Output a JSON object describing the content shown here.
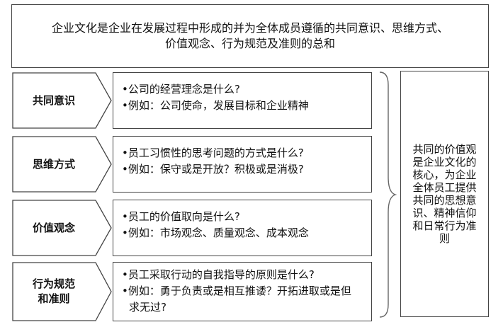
{
  "title": {
    "line1": "企业文化是企业在发展过程中形成的并为全体成员遵循的共同意识、思维方式、",
    "line2": "价值观念、行为规范及准则的总和"
  },
  "rows": [
    {
      "label": "共同意识",
      "bullets": [
        "•公司的经营理念是什么?",
        "•例如：公司使命，发展目标和企业精神"
      ]
    },
    {
      "label": "思维方式",
      "bullets": [
        "•员工习惯性的思考问题的方式是什么?",
        "•例如：保守或是开放？积极或是消极?"
      ]
    },
    {
      "label": "价值观念",
      "bullets": [
        "•员工的价值取向是什么?",
        "•例如：市场观念、质量观念、成本观念"
      ]
    },
    {
      "label_line1": "行为规范",
      "label_line2": "和准则",
      "bullets": [
        "•员工采取行动的自我指导的原则是什么?",
        "•例如：勇于负责或是相互推诿？开拓进取或是但",
        "求无过?"
      ]
    }
  ],
  "summary": "共同的价值观是企业文化的核心，为企业全体员工提供共同的思想意识、精神信仰和日常行为准则"
}
